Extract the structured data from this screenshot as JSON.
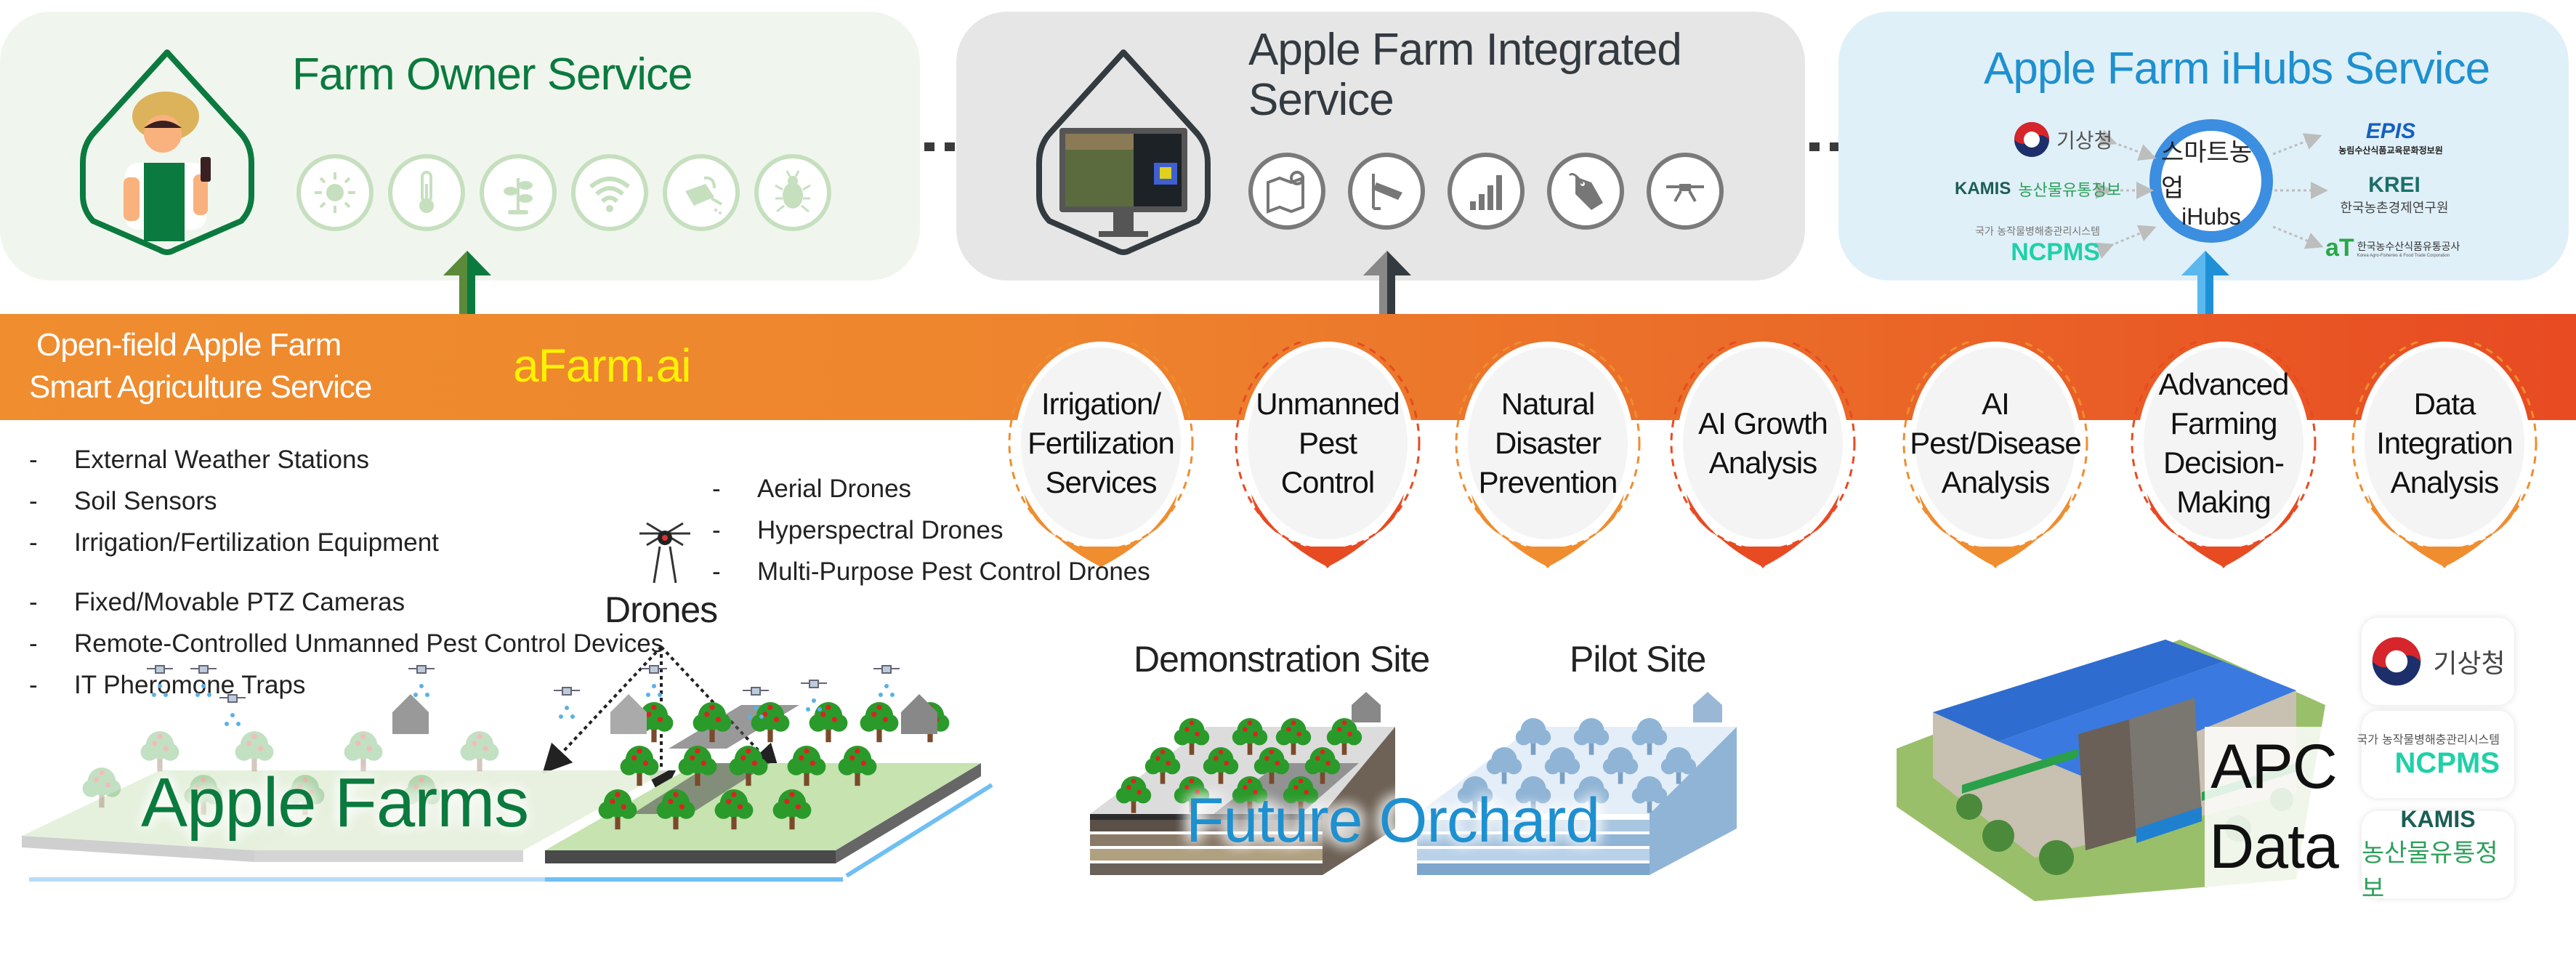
{
  "panels": {
    "farm_owner": {
      "title": "Farm Owner Service",
      "title_color": "#0b7a3e",
      "icons": [
        "sun-icon",
        "thermometer-icon",
        "sprout-icon",
        "wifi-icon",
        "watering-can-icon",
        "bug-icon"
      ]
    },
    "integrated": {
      "title_line1": "Apple Farm Integrated",
      "title_line2": "Service",
      "title_color": "#333a40",
      "icons": [
        "map-pin-icon",
        "cctv-camera-icon",
        "signal-bars-icon",
        "tag-icon",
        "drone-icon"
      ]
    },
    "ihubs": {
      "title": "Apple Farm iHubs Service",
      "title_color": "#1e90d0",
      "hub_line1": "스마트농업",
      "hub_line2": "iHubs",
      "left_nodes": [
        {
          "name": "기상청"
        },
        {
          "brand": "KAMIS",
          "name": "농산물유통정보"
        },
        {
          "caption": "국가 농작물병해충관리시스템",
          "brand": "NCPMS"
        }
      ],
      "right_nodes": [
        {
          "brand": "EPIS",
          "name": "농림수산식품교육문화정보원"
        },
        {
          "brand": "KREI",
          "name": "한국농촌경제연구원"
        },
        {
          "brand": "aT",
          "name": "한국농수산식품유통공사",
          "caption": "Korea Agro-Fisheries & Food Trade Corporation"
        }
      ]
    }
  },
  "band": {
    "line1": "Open-field Apple Farm",
    "line2": "Smart Agriculture Service",
    "brand": "aFarm.ai",
    "colors": {
      "start": "#ef8d2f",
      "end": "#e84a22",
      "brand": "#fff200"
    }
  },
  "services": [
    {
      "label": "Irrigation/ Fertilization Services",
      "lines": [
        "Irrigation/",
        "Fertilization",
        "Services"
      ],
      "accent": "#ef8d2f"
    },
    {
      "label": "Unmanned Pest Control",
      "lines": [
        "Unmanned",
        "Pest",
        "Control"
      ],
      "accent": "#e84a22"
    },
    {
      "label": "Natural Disaster Prevention",
      "lines": [
        "Natural",
        "Disaster",
        "Prevention"
      ],
      "accent": "#ef8d2f"
    },
    {
      "label": "AI Growth Analysis",
      "lines": [
        "AI Growth",
        "Analysis"
      ],
      "accent": "#e84a22"
    },
    {
      "label": "AI Pest/Disease Analysis",
      "lines": [
        "AI",
        "Pest/Disease",
        "Analysis"
      ],
      "accent": "#ef8d2f"
    },
    {
      "label": "Advanced Farming Decision-Making",
      "lines": [
        "Advanced",
        "Farming",
        "Decision-",
        "Making"
      ],
      "accent": "#e84a22"
    },
    {
      "label": "Data Integration Analysis",
      "lines": [
        "Data",
        "Integration",
        "Analysis"
      ],
      "accent": "#ef8d2f"
    }
  ],
  "equipment_list_1": [
    "External Weather Stations",
    "Soil Sensors",
    "Irrigation/Fertilization Equipment"
  ],
  "equipment_list_2": [
    "Fixed/Movable PTZ Cameras",
    "Remote-Controlled Unmanned Pest Control Devices",
    "IT Pheromone Traps"
  ],
  "drone_list": [
    "Aerial Drones",
    "Hyperspectral Drones",
    "Multi-Purpose Pest Control Drones"
  ],
  "list_dash": "-",
  "drones_label": "Drones",
  "apple_farms_label": "Apple Farms",
  "future_orchard": {
    "label": "Future Orchard",
    "demo_label": "Demonstration Site",
    "pilot_label": "Pilot Site"
  },
  "apc": {
    "line1": "APC",
    "line2": "Data"
  },
  "data_logos": [
    {
      "name": "기상청"
    },
    {
      "caption": "국가 농작물병해충관리시스템",
      "brand": "NCPMS"
    },
    {
      "brand": "KAMIS",
      "name": "농산물유통정보"
    }
  ],
  "arrow_colors": {
    "farm_owner": "#0b7a3e",
    "integrated": "#333a40",
    "ihubs": "#2a9ee0"
  }
}
